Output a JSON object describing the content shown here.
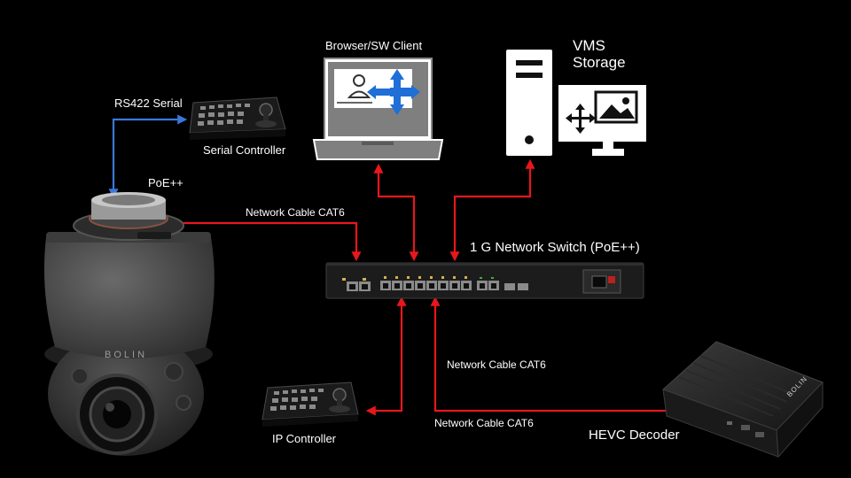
{
  "labels": {
    "browser_client": "Browser/SW Client",
    "vms_storage_line1": "VMS",
    "vms_storage_line2": "Storage",
    "rs422": "RS422 Serial",
    "serial_controller": "Serial Controller",
    "poe": "PoE++",
    "cable_camera": "Network Cable CAT6",
    "switch": "1 G Network Switch (PoE++)",
    "cable_ip_controller": "Network Cable CAT6",
    "cable_decoder": "Network Cable CAT6",
    "ip_controller": "IP Controller",
    "hevc_decoder": "HEVC Decoder",
    "camera_brand": "BOLIN",
    "decoder_brand": "BOLIN"
  },
  "colors": {
    "network_link": "#e8171c",
    "serial_link": "#3a78d8",
    "background": "#000000",
    "text": "#ffffff"
  },
  "icons": {
    "camera": "ptz-camera-icon",
    "serial_controller": "joystick-controller-icon",
    "ip_controller": "joystick-controller-icon",
    "laptop": "laptop-icon",
    "server": "server-tower-icon",
    "monitor": "monitor-icon",
    "switch": "network-switch-icon",
    "decoder": "decoder-box-icon"
  }
}
